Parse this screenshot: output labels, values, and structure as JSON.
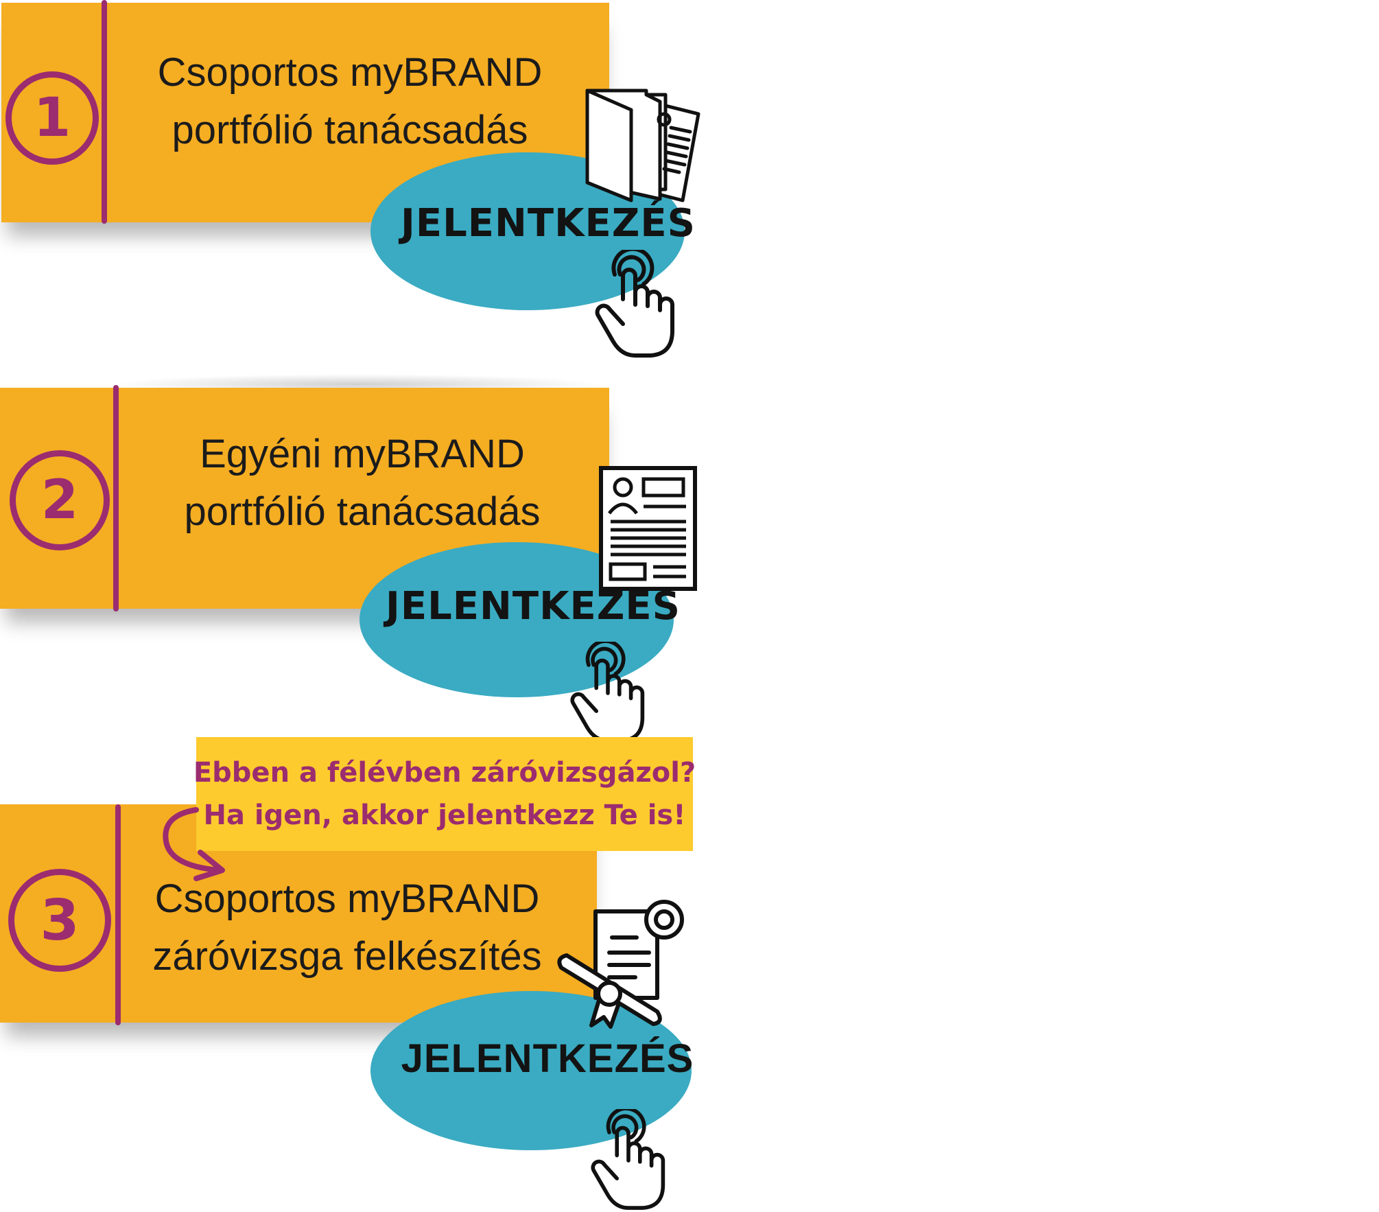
{
  "colors": {
    "card_background": "#f5ad22",
    "accent_purple": "#9b2c6f",
    "button_teal": "#3aabc2",
    "note_yellow": "#fdcb2e",
    "text_dark": "#1b1b1b"
  },
  "steps": [
    {
      "number": "1",
      "title_line1": "Csoportos myBRAND",
      "title_line2": "portfólió tanácsadás",
      "button_label": "JELENTKEZÉS",
      "icon": "folder-documents-icon"
    },
    {
      "number": "2",
      "title_line1": "Egyéni myBRAND",
      "title_line2": "portfólió tanácsadás",
      "button_label": "JELENTKEZÉS",
      "icon": "resume-document-icon"
    },
    {
      "number": "3",
      "title_line1": "Csoportos myBRAND",
      "title_line2": "záróvizsga felkészítés",
      "button_label": "JELENTKEZÉS",
      "icon": "certificate-diploma-icon"
    }
  ],
  "note": {
    "line1": "Ebben a félévben záróvizsgázol?",
    "line2": "Ha igen, akkor jelentkezz Te is!"
  }
}
